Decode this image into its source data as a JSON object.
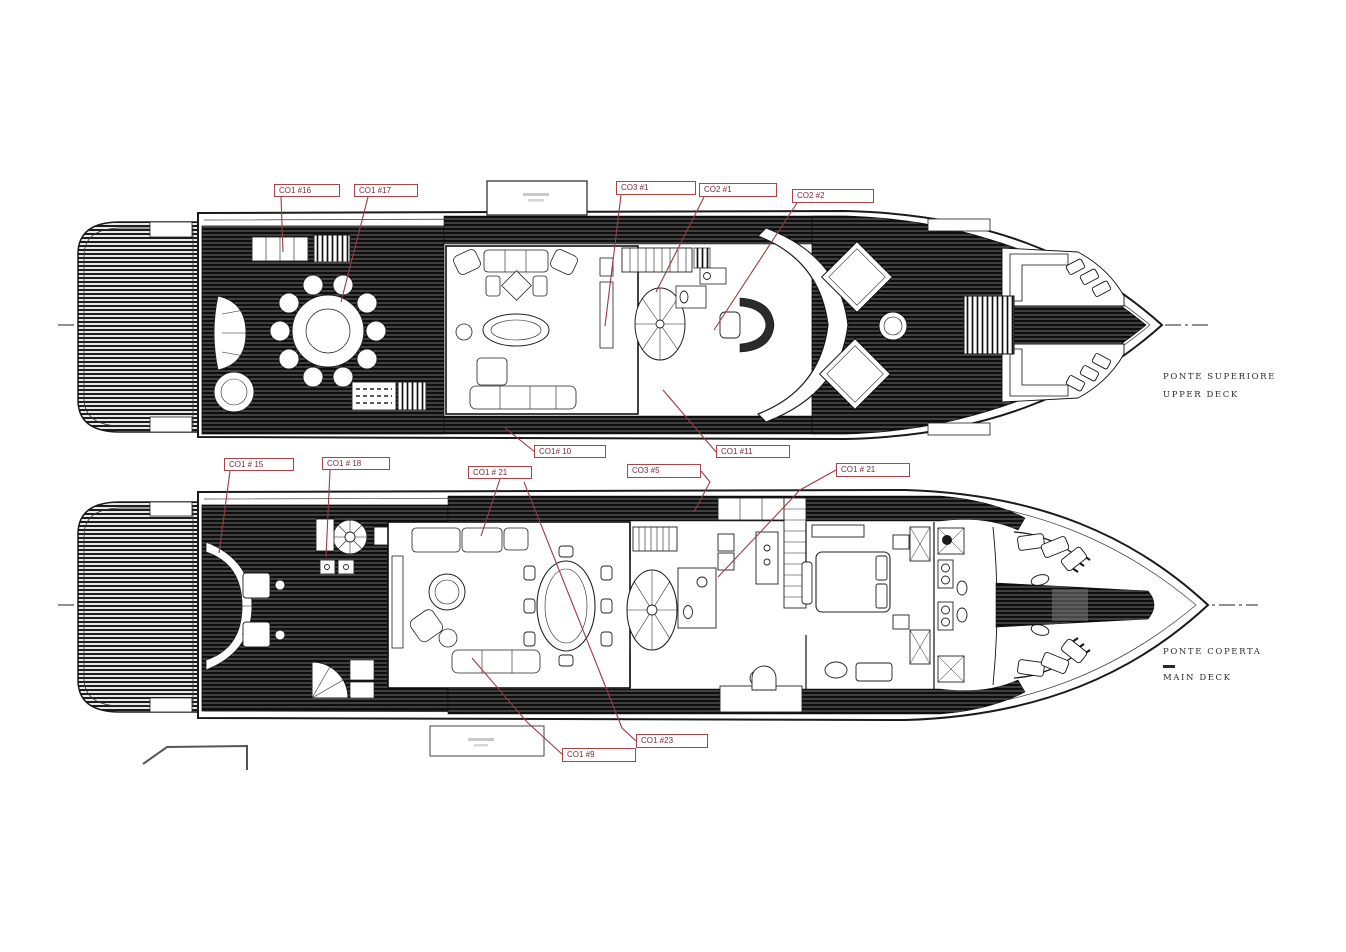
{
  "document": {
    "type": "yacht general arrangement plan",
    "sheet_background": "#ffffff",
    "ink_color": "#1a1a1a",
    "callout_color": "#a94448"
  },
  "deck_titles": {
    "upper": {
      "line1": "PONTE SUPERIORE",
      "line2": "UPPER DECK"
    },
    "main": {
      "line1": "PONTE COPERTA",
      "line2": "MAIN DECK"
    }
  },
  "callouts": [
    {
      "label": "CO1 #16"
    },
    {
      "label": "CO1 #17"
    },
    {
      "label": "CO3 #1"
    },
    {
      "label": "CO2 #1"
    },
    {
      "label": "CO2 #2"
    },
    {
      "label": "CO1 # 15"
    },
    {
      "label": "CO1 # 18"
    },
    {
      "label": "CO1 # 21"
    },
    {
      "label": "CO1# 10"
    },
    {
      "label": "CO3 #5"
    },
    {
      "label": "CO1 #11"
    },
    {
      "label": "CO1 # 21"
    },
    {
      "label": "CO1 #23"
    },
    {
      "label": "CO1 #9"
    }
  ]
}
